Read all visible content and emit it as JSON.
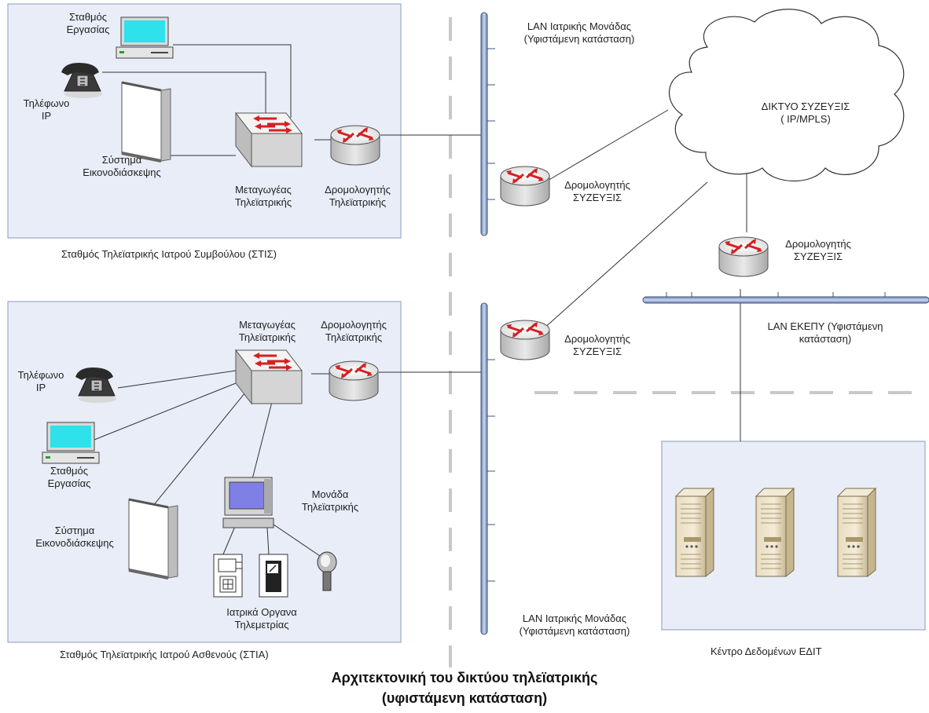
{
  "top_station": {
    "caption": "Σταθμός Τηλεϊατρικής Ιατρού Συμβούλου (ΣΤΙΣ)",
    "workstation": [
      "Σταθμός",
      "Εργασίας"
    ],
    "phone": [
      "Τηλέφωνο",
      "IP"
    ],
    "video_conf": [
      "Σύστημα",
      "Εικονοδιάσκεψης"
    ],
    "switch": [
      "Μεταγωγέας",
      "Τηλεϊατρικής"
    ],
    "router": [
      "Δρομολογητής",
      "Τηλεϊατρικής"
    ]
  },
  "bottom_station": {
    "caption": "Σταθμός Τηλεϊατρικής Ιατρού Ασθενούς (ΣΤΙΑ)",
    "switch": [
      "Μεταγωγέας",
      "Τηλεϊατρικής"
    ],
    "router": [
      "Δρομολογητής",
      "Τηλεϊατρικής"
    ],
    "phone": [
      "Τηλέφωνο",
      "IP"
    ],
    "workstation": [
      "Σταθμός",
      "Εργασίας"
    ],
    "video_conf": [
      "Σύστημα",
      "Εικονοδιάσκεψης"
    ],
    "telemedicine_unit": [
      "Μονάδα",
      "Τηλεϊατρικής"
    ],
    "instruments": [
      "Ιατρικά Οργανα",
      "Τηλεμετρίας"
    ]
  },
  "lan_top": [
    "LAN Ιατρικής Μονάδας",
    "(Υφιστάμενη κατάσταση)"
  ],
  "lan_bottom": [
    "LAN Ιατρικής Μονάδας",
    "(Υφιστάμενη κατάσταση)"
  ],
  "router_link_1": [
    "Δρομολογητής",
    "ΣΥΖΕΥΞΙΣ"
  ],
  "router_link_2": [
    "Δρομολογητής",
    "ΣΥΖΕΥΞΙΣ"
  ],
  "router_link_3": [
    "Δρομολογητής",
    "ΣΥΖΕΥΞΙΣ"
  ],
  "cloud": [
    "ΔΙΚΤΥΟ ΣΥΖΕΥΞΙΣ",
    "( IP/MPLS)"
  ],
  "lan_ekepy": [
    "LAN ΕΚΕΠΥ (Υφιστάμενη",
    "κατάσταση)"
  ],
  "datacenter_caption": "Κέντρο Δεδομένων ΕΔΙΤ",
  "title": [
    "Αρχιτεκτονική του δικτύου τηλεϊατρικής",
    "(υφιστάμενη κατάσταση)"
  ],
  "colors": {
    "box_fill": "#e8edf7",
    "box_stroke": "#8a9bb8",
    "bus": "#9fb3d4",
    "arrow_red": "#d42020",
    "dash": "#c8c8c8"
  }
}
